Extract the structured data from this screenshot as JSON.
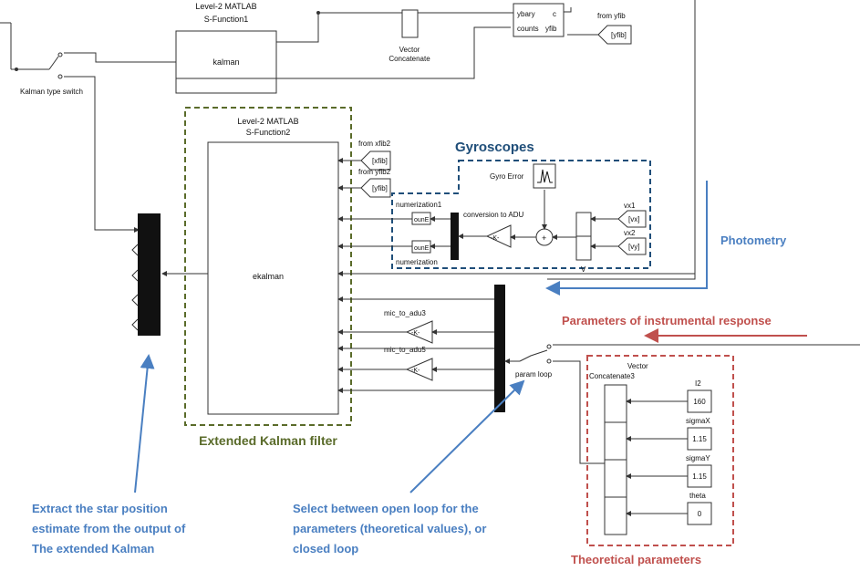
{
  "blocks": {
    "sfun1_title1": "Level-2 MATLAB",
    "sfun1_title2": "S-Function1",
    "kalman": "kalman",
    "vector_concat_1": "Vector",
    "vector_concat_2": "Concatenate",
    "ybary": "ybary",
    "counts": "counts",
    "c_port": "c",
    "yfib_port": "yfib",
    "from_yfib": "from yfib",
    "yfib_tag": "[yfib]",
    "kalman_switch": "Kalman type switch",
    "sfun2_title1": "Level-2 MATLAB",
    "sfun2_title2": "S-Function2",
    "ekalman": "ekalman",
    "from_xfib2": "from xfib2",
    "xfib_tag": "[xfib]",
    "from_yfib2": "from yfib2",
    "yfib2_tag": "[yfib]",
    "numerization1": "numerization1",
    "numerization": "numerization",
    "quant": "ounE",
    "conversion": "conversion to ADU",
    "gain": "-K-",
    "gyro_error": "Gyro Error",
    "vx1": "vx1",
    "vx_tag": "[vx]",
    "vx2": "vx2",
    "vy_tag": "[vy]",
    "V": "V",
    "mic_to_adu3": "mic_to_adu3",
    "mic_to_adu5": "mic_to_adu5",
    "param_loop": "param loop",
    "vector_concat3_1": "Vector",
    "vector_concat3_2": "Concatenate3",
    "I2": "I2",
    "I2_val": "160",
    "sigmaX": "sigmaX",
    "sigmaX_val": "1.15",
    "sigmaY": "sigmaY",
    "sigmaY_val": "1.15",
    "theta": "theta",
    "theta_val": "0"
  },
  "annotations": {
    "gyroscopes": "Gyroscopes",
    "photometry": "Photometry",
    "instrumental": "Parameters of instrumental response",
    "ekf": "Extended Kalman filter",
    "theoretical": "Theoretical parameters",
    "extract_1": "Extract the star position",
    "extract_2": "estimate from the output of",
    "extract_3": "The extended Kalman",
    "select_1": "Select between open loop for the",
    "select_2": "parameters (theoretical values), or",
    "select_3": "closed loop"
  },
  "colors": {
    "blue_annotation": "#4a7fc1",
    "red_annotation": "#c0504d",
    "green_annotation": "#5a6b2a",
    "gyro_box": "#1f4e79"
  }
}
